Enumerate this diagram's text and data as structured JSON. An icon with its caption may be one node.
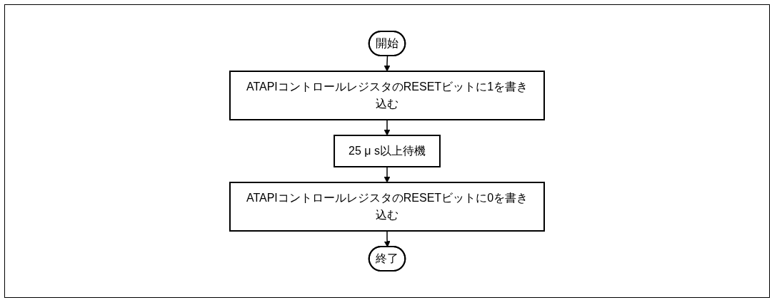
{
  "diagram": {
    "nodes": [
      {
        "text": [
          "開始"
        ]
      },
      {
        "text": [
          "ATAPIコントロールレジスタのRESETビットに1を書き込む"
        ]
      },
      {
        "text": [
          "25 μ s以上待機"
        ]
      },
      {
        "text": [
          "ATAPIコントロールレジスタのRESETビットに0を書き込む"
        ]
      },
      {
        "text": [
          "終了"
        ]
      }
    ],
    "edges": [
      {
        "from": 0,
        "to": 1,
        "arrow": "to"
      },
      {
        "from": 1,
        "to": 2,
        "arrow": "to"
      },
      {
        "from": 2,
        "to": 3,
        "arrow": "to"
      },
      {
        "from": 3,
        "to": 4,
        "arrow": "to"
      }
    ]
  }
}
